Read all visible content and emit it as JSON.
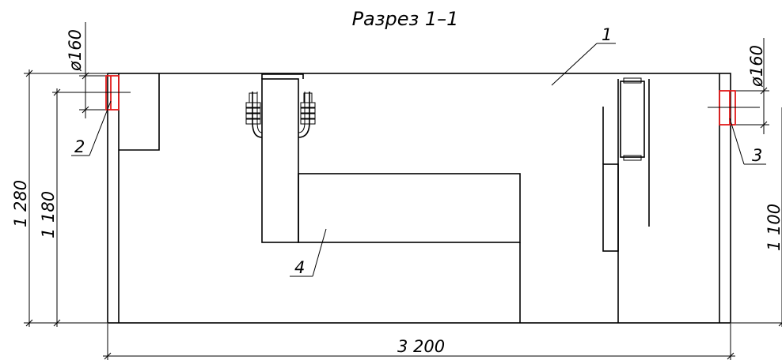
{
  "drawing": {
    "title": "Разрез 1–1",
    "dimensions": {
      "overall_length": "3 200",
      "overall_height": "1 280",
      "inlet_height": "1 180",
      "outlet_height": "1 100",
      "inlet_diameter": "ø160",
      "outlet_diameter": "ø160"
    },
    "callouts": {
      "body": "1",
      "inlet_pipe": "2",
      "outlet_pipe": "3",
      "filter_media": "4"
    },
    "colors": {
      "lines": "#000000",
      "pipe_highlight": "#e21b1b"
    }
  }
}
